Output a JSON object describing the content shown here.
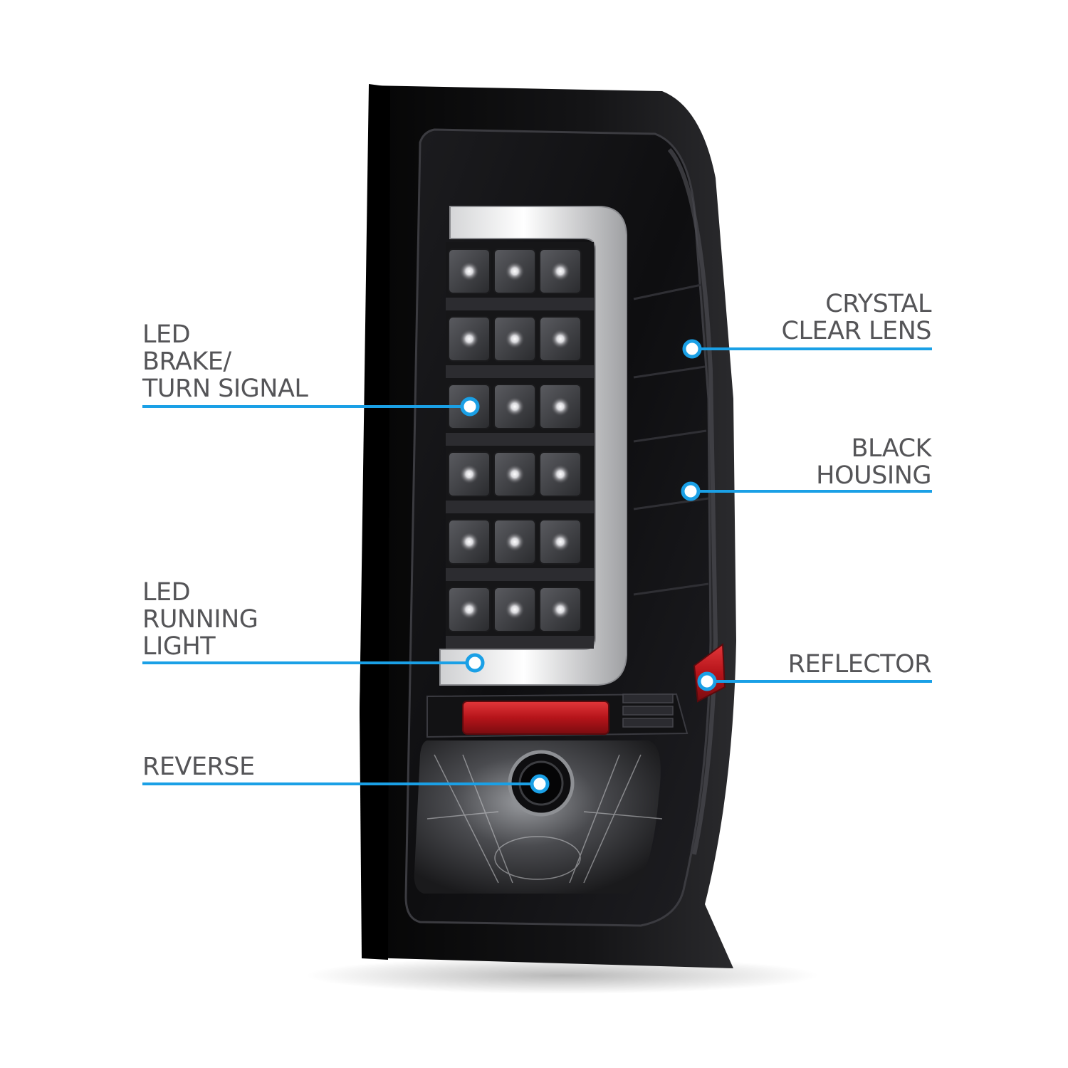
{
  "colors": {
    "accent": "#1aa0e6",
    "label_text": "#555558",
    "housing": "#0c0c0d",
    "reflector_red": "#c0171c"
  },
  "callouts": {
    "brake_turn": {
      "lines": [
        "LED",
        "BRAKE/",
        "TURN SIGNAL"
      ]
    },
    "running_light": {
      "lines": [
        "LED",
        "RUNNING",
        "LIGHT"
      ]
    },
    "reverse": {
      "lines": [
        "REVERSE"
      ]
    },
    "crystal_lens": {
      "lines": [
        "CRYSTAL",
        "CLEAR LENS"
      ]
    },
    "black_housing": {
      "lines": [
        "BLACK",
        "HOUSING"
      ]
    },
    "reflector": {
      "lines": [
        "REFLECTOR"
      ]
    }
  }
}
